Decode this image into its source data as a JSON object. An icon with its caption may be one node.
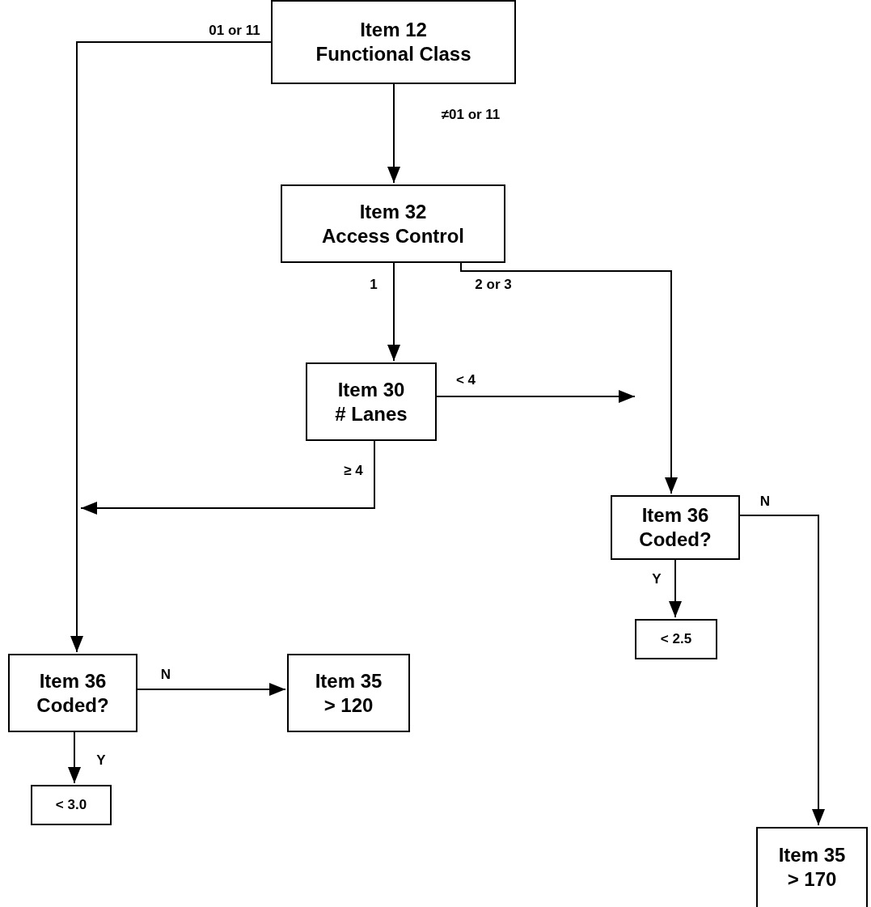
{
  "diagram": {
    "nodes": [
      {
        "text": [
          "Item 12",
          "Functional Class"
        ]
      },
      {
        "text": [
          "Item 32",
          "Access Control"
        ]
      },
      {
        "text": [
          "Item 30",
          "# Lanes"
        ]
      },
      {
        "text": [
          "Item 36",
          "Coded?"
        ]
      },
      {
        "text": [
          "< 2.5"
        ]
      },
      {
        "text": [
          "Item 36",
          "Coded?"
        ]
      },
      {
        "text": [
          "Item 35",
          "> 120"
        ]
      },
      {
        "text": [
          "< 3.0"
        ]
      },
      {
        "text": [
          "Item 35",
          "> 170"
        ]
      }
    ],
    "edges": [
      {
        "from": 0,
        "to": 5,
        "arrow": "to",
        "label": "01 or 11"
      },
      {
        "from": 0,
        "to": 1,
        "arrow": "to",
        "label": "≠01 or 11"
      },
      {
        "from": 1,
        "to": 2,
        "arrow": "to",
        "label": "1"
      },
      {
        "from": 1,
        "to": 3,
        "arrow": "to",
        "label": "2 or 3"
      },
      {
        "from": 2,
        "to": null,
        "arrow": "to",
        "label": "< 4"
      },
      {
        "from": 2,
        "to": null,
        "arrow": "to",
        "label": "≥ 4"
      },
      {
        "from": 3,
        "to": 4,
        "arrow": "to",
        "label": "Y"
      },
      {
        "from": 3,
        "to": 8,
        "arrow": "to",
        "label": "N"
      },
      {
        "from": 5,
        "to": 6,
        "arrow": "to",
        "label": "N"
      },
      {
        "from": 5,
        "to": 7,
        "arrow": "to",
        "label": "Y"
      }
    ]
  }
}
